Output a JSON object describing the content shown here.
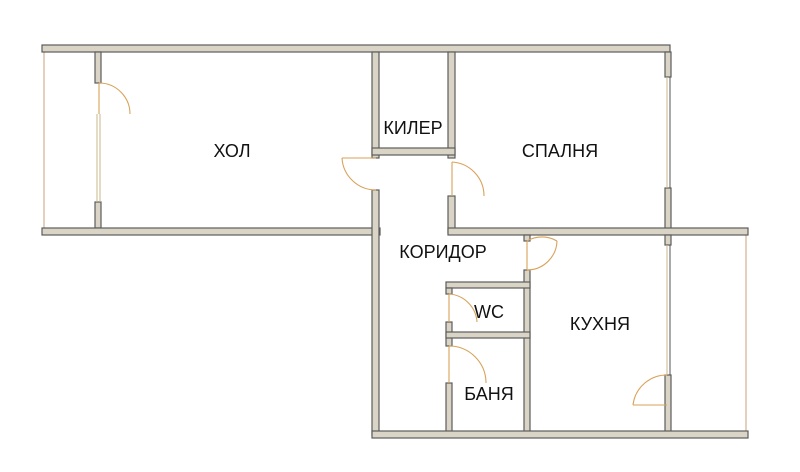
{
  "rooms": {
    "hol": "ХОЛ",
    "kiler": "КИЛЕР",
    "spalnya": "СПАЛНЯ",
    "koridor": "КОРИДОР",
    "wc": "WC",
    "kuhnya": "КУХНЯ",
    "banya": "БАНЯ"
  }
}
